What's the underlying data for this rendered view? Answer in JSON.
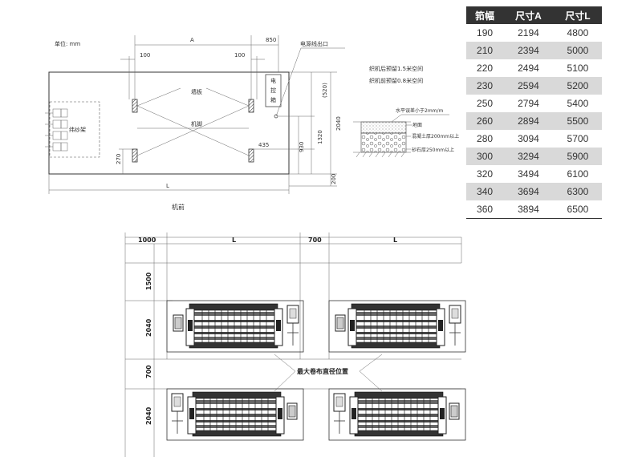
{
  "top_plan": {
    "unit_label": "单位: mm",
    "dim_a": "A",
    "dim_850": "850",
    "dim_100_left": "100",
    "dim_100_right": "100",
    "cable_outlet": "电源线出口",
    "cabinet_label": "电\n控\n箱",
    "wallboard_label": "墙板",
    "machine_feet_label": "机脚",
    "creel_label": "纬纱架",
    "dim_520": "(520)",
    "dim_1320": "1320",
    "dim_2040": "2040",
    "dim_930": "930",
    "dim_435": "435",
    "dim_270": "270",
    "dim_200": "200",
    "dim_l": "L",
    "front_label": "机前"
  },
  "notes": {
    "rear_space": "织机后预留1.5米空间",
    "front_space": "织机前预留0.8米空间",
    "flatness": "水平误差小于2mm/m",
    "ground": "地面",
    "concrete": "混凝土厚200mm以上",
    "gravel": "砂石厚250mm以上"
  },
  "spec_table": {
    "headers": [
      "筘幅",
      "尺寸A",
      "尺寸L"
    ],
    "rows": [
      [
        "190",
        "2194",
        "4800"
      ],
      [
        "210",
        "2394",
        "5000"
      ],
      [
        "220",
        "2494",
        "5100"
      ],
      [
        "230",
        "2594",
        "5200"
      ],
      [
        "250",
        "2794",
        "5400"
      ],
      [
        "260",
        "2894",
        "5500"
      ],
      [
        "280",
        "3094",
        "5700"
      ],
      [
        "300",
        "3294",
        "5900"
      ],
      [
        "320",
        "3494",
        "6100"
      ],
      [
        "340",
        "3694",
        "6300"
      ],
      [
        "360",
        "3894",
        "6500"
      ]
    ]
  },
  "layout_plan": {
    "dim_1000": "1000",
    "dim_l": "L",
    "dim_700_top": "700",
    "dim_1500": "1500",
    "dim_2040_top": "2040",
    "dim_700_side": "700",
    "dim_2040_bottom": "2040",
    "max_roll_label": "最大卷布直径位置"
  }
}
